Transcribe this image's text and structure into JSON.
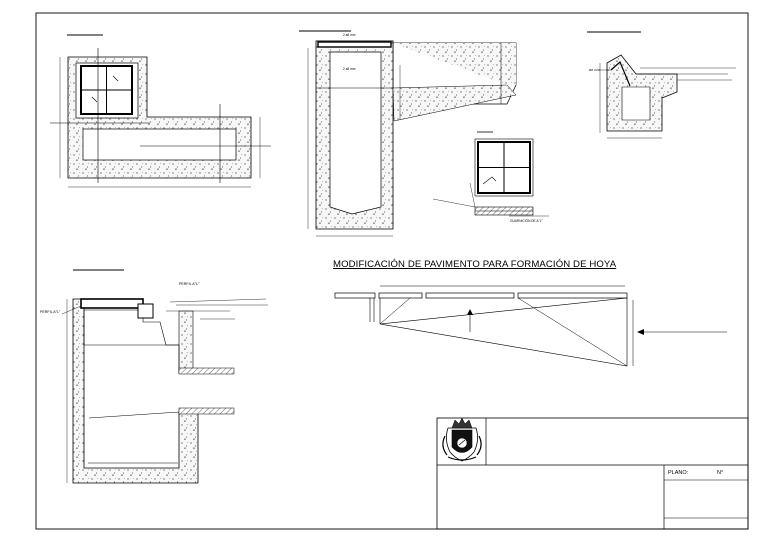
{
  "drawing": {
    "main_title": "MODIFICACIÓN DE PAVIMENTO PARA FORMACIÓN DE HOYA",
    "annotations": {
      "perfil_a": "PERFIL A°L°",
      "perfil_b": "PERFIL A°L°",
      "guarnicion": "GUARNICIÓN DE A°L°",
      "dim_top_1": "2 a8 mm",
      "dim_top_2": "2 a8 mm",
      "small_detail": "Ø8 c/20"
    }
  },
  "title_block": {
    "plano_label": "PLANO:",
    "numero_label": "N°"
  },
  "colors": {
    "line": "#000000",
    "concrete_fill": "#f7f7f7",
    "paper": "#ffffff"
  }
}
